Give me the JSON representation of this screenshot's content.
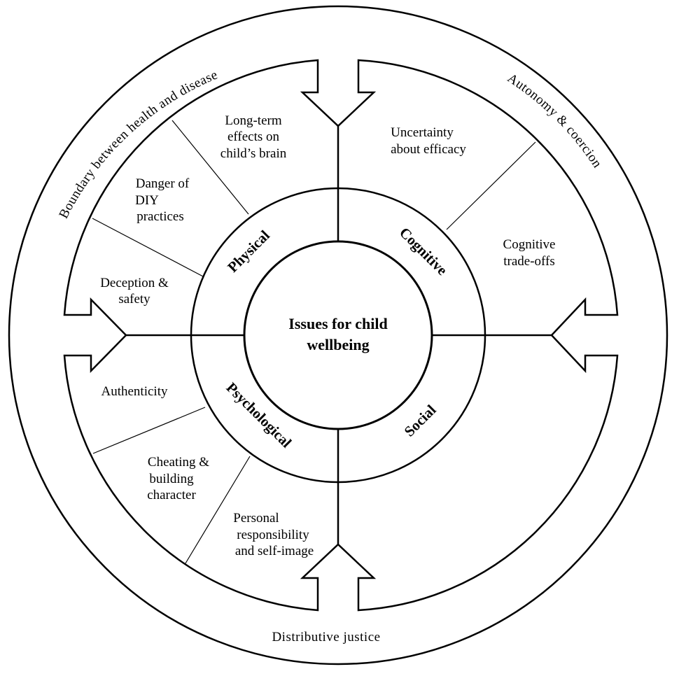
{
  "center": {
    "title_line1": "Issues for child",
    "title_line2": "wellbeing"
  },
  "categories": {
    "physical": "Physical",
    "cognitive": "Cognitive",
    "social": "Social",
    "psychological": "Psychological"
  },
  "issues": {
    "long_term": [
      "Long-term",
      "effects on",
      "child’s brain"
    ],
    "diy": [
      "Danger of",
      "DIY",
      "practices"
    ],
    "deception": [
      "Deception &",
      "safety"
    ],
    "uncertainty": [
      "Uncertainty",
      "about efficacy"
    ],
    "tradeoffs": [
      "Cognitive",
      "trade-offs"
    ],
    "authenticity": [
      "Authenticity"
    ],
    "cheating": [
      "Cheating &",
      "building",
      "character"
    ],
    "responsibility": [
      "Personal",
      "responsibility",
      "and self-image"
    ]
  },
  "outer": {
    "boundary": "Boundary   between   health   and   disease",
    "autonomy": "Autonomy    &    coercion",
    "justice": "Distributive    justice"
  }
}
